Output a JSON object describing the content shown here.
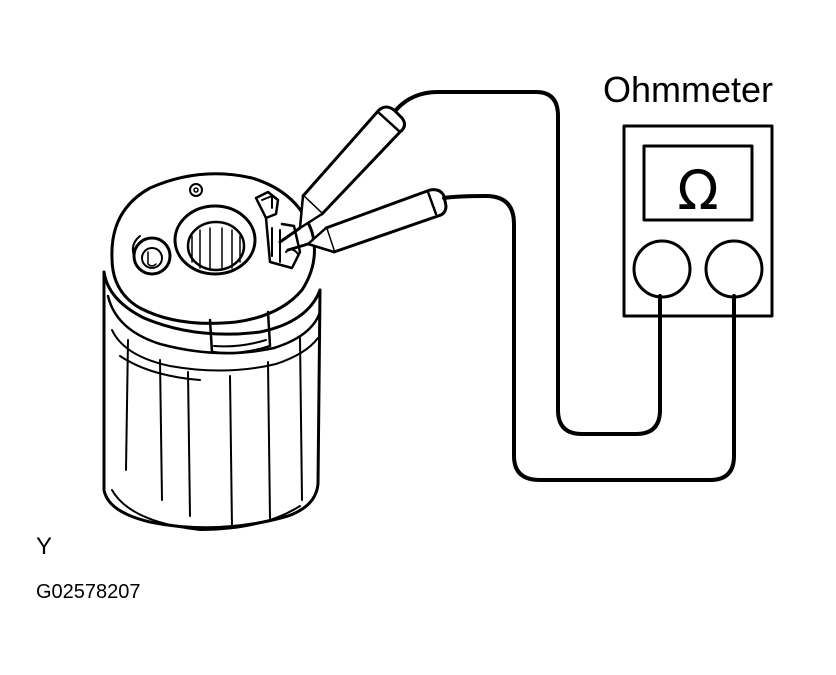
{
  "diagram": {
    "meter_label": "Ohmmeter",
    "meter_symbol": "Ω",
    "view_letter": "Y",
    "figure_code": "G02578207"
  }
}
